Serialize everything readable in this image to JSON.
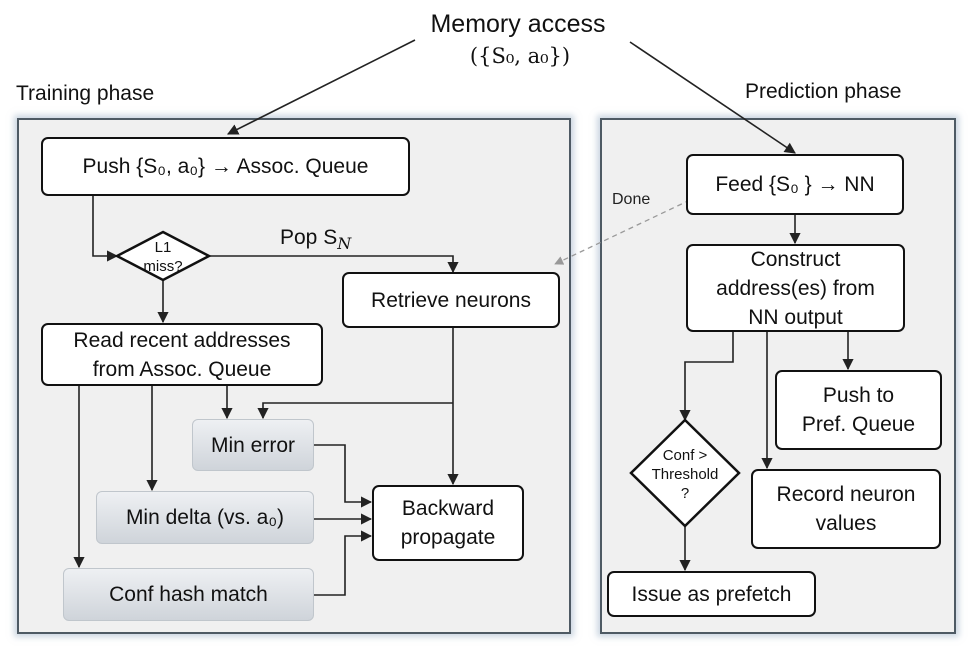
{
  "header": {
    "title": "Memory access",
    "subtitle": "({S₀, a₀})"
  },
  "training": {
    "label": "Training phase",
    "push_box": "Push {S₀, a₀} → Assoc. Queue",
    "l1_diamond": [
      "L1",
      "miss?"
    ],
    "pop_label": "Pop S",
    "pop_sub": "N",
    "retrieve_box": "Retrieve neurons",
    "read_box": [
      "Read recent addresses",
      "from Assoc. Queue"
    ],
    "min_error": "Min error",
    "min_delta": "Min delta (vs. a₀)",
    "conf_hash": "Conf hash match",
    "backward": [
      "Backward",
      "propagate"
    ]
  },
  "prediction": {
    "label": "Prediction phase",
    "done_label": "Done",
    "feed_box": "Feed {S₀ } → NN",
    "construct_box": [
      "Construct",
      "address(es) from",
      "NN output"
    ],
    "push_pref": [
      "Push to",
      "Pref. Queue"
    ],
    "conf_diamond": [
      "Conf >",
      "Threshold",
      "?"
    ],
    "record_box": [
      "Record neuron",
      "values"
    ],
    "issue_box": "Issue as prefetch"
  },
  "colors": {
    "panel_border": "#4e5a64",
    "panel_fill": "#f0f0f0",
    "arrow": "#222222",
    "done_arrow": "#999999"
  }
}
